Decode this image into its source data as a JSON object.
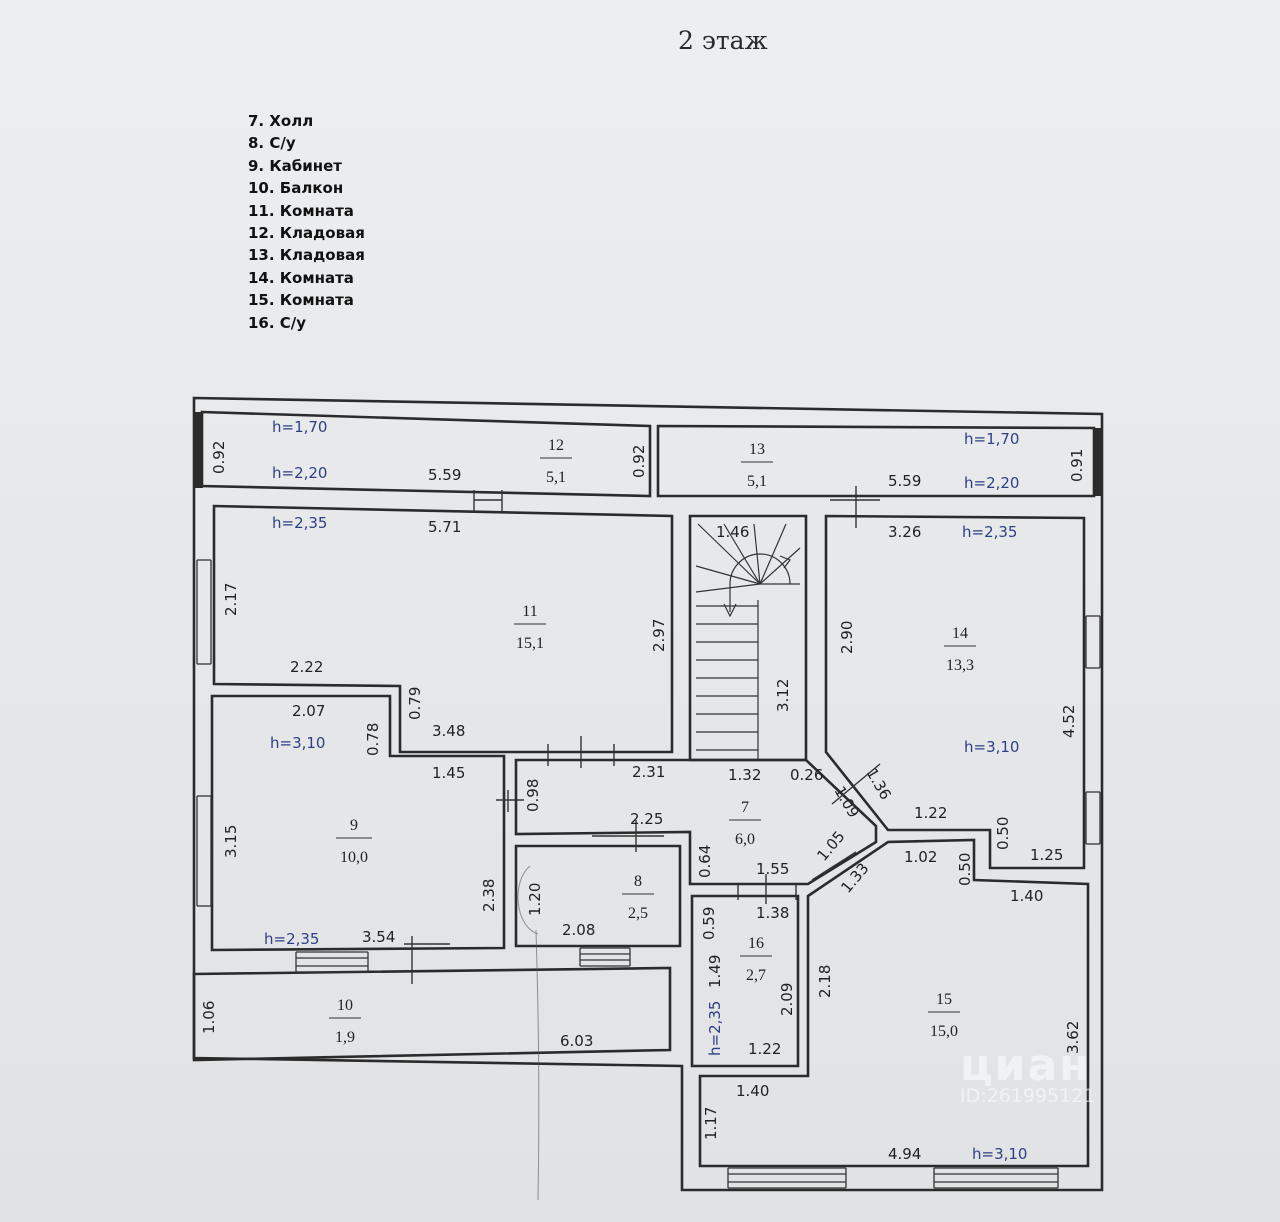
{
  "title": "2 этаж",
  "legend": [
    "7. Холл",
    "8. С/у",
    "9. Кабинет",
    "10. Балкон",
    "11. Комната",
    "12. Кладовая",
    "13. Кладовая",
    "14. Комната",
    "15. Комната",
    "16. С/у"
  ],
  "rooms": [
    {
      "num": "7",
      "area": "6,0"
    },
    {
      "num": "8",
      "area": "2,5"
    },
    {
      "num": "9",
      "area": "10,0"
    },
    {
      "num": "10",
      "area": "1,9"
    },
    {
      "num": "11",
      "area": "15,1"
    },
    {
      "num": "12",
      "area": "5,1"
    },
    {
      "num": "13",
      "area": "5,1"
    },
    {
      "num": "14",
      "area": "13,3"
    },
    {
      "num": "15",
      "area": "15,0"
    },
    {
      "num": "16",
      "area": "2,7"
    }
  ],
  "dimensions": [
    "0.92",
    "5.59",
    "0.92",
    "5.59",
    "0.91",
    "5.71",
    "2.17",
    "2.22",
    "2.97",
    "0.79",
    "3.48",
    "1.46",
    "3.12",
    "2.90",
    "3.26",
    "4.52",
    "2.07",
    "0.78",
    "1.45",
    "3.15",
    "2.38",
    "3.54",
    "0.98",
    "2.31",
    "1.32",
    "0.26",
    "1.36",
    "1.09",
    "1.22",
    "0.50",
    "1.25",
    "2.25",
    "0.64",
    "1.55",
    "1.05",
    "1.33",
    "1.02",
    "0.50",
    "1.40",
    "1.20",
    "2.08",
    "0.59",
    "1.38",
    "1.49",
    "2.09",
    "2.18",
    "1.22",
    "1.06",
    "6.03",
    "3.62",
    "1.40",
    "1.17",
    "4.94"
  ],
  "heights": [
    "h=1,70",
    "h=2,20",
    "h=1,70",
    "h=2,20",
    "h=2,35",
    "h=2,35",
    "h=3,10",
    "h=3,10",
    "h=2,35",
    "h=2,35",
    "h=3,10"
  ],
  "watermark": {
    "logo": "циан",
    "id": "ID:261995121"
  }
}
